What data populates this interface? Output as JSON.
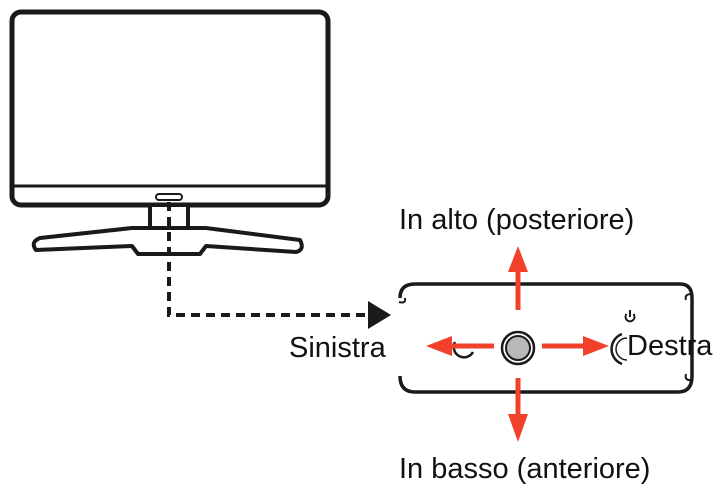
{
  "labels": {
    "up": "In alto (posteriore)",
    "down": "In basso (anteriore)",
    "left": "Sinistra",
    "right": "Destra"
  },
  "icons": {
    "power": "power-icon"
  },
  "colors": {
    "arrow": "#f2412b",
    "outline": "#1a1a1a",
    "joystick_fill": "#b8b8b8"
  }
}
